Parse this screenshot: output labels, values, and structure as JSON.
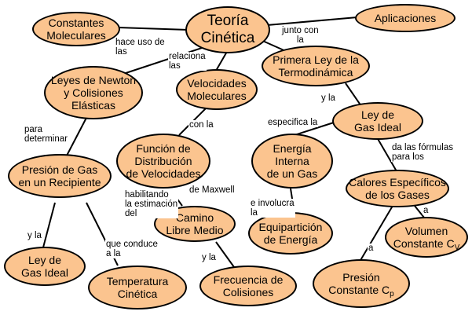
{
  "colors": {
    "node_fill": "#fbc48f",
    "stroke": "#000000",
    "background": "#ffffff"
  },
  "nodes": {
    "teoria": "Teoría\nCinética",
    "constantes": "Constantes\nMoleculares",
    "aplicaciones": "Aplicaciones",
    "leyes_newton": "Leyes de Newton\ny Colisiones\nElásticas",
    "velocidades": "Velocidades\nMoleculares",
    "primera_ley": "Primera Ley de la\nTermodinámica",
    "ley_gas_ideal_right": "Ley de\nGas Ideal",
    "funcion": "Función de\nDistribución\nde Velocidades",
    "energia": "Energía\nInterna\nde un Gas",
    "presion_gas": "Presión de Gas\nen un Recipiente",
    "calores": "Calores Específicos\nde los Gases",
    "camino": "Camino\nLibre Medio",
    "volumen": {
      "text": "Volumen\nConstante C",
      "sub": "V"
    },
    "equiparticion": "Equipartición\nde Energía",
    "ley_gas_ideal_left": "Ley de\nGas Ideal",
    "temperatura": "Temperatura\nCinética",
    "frecuencia": "Frecuencia de\nColisiones",
    "presion_cp": {
      "text": "Presión\nConstante C",
      "sub": "p"
    }
  },
  "links": {
    "hace_uso": "hace uso de\nlas",
    "relaciona": "relaciona\nlas",
    "junto_con": "junto con\nla",
    "y_la_1": "y la",
    "especifica": "especifica la",
    "con_la": "con la",
    "de_maxwell": "de Maxwell",
    "para_determinar": "para\ndeterminar",
    "da_formulas": "da las fórmulas\npara los",
    "habilitando": "habilitando\nla estimación\ndel",
    "e_involucra": "e involucra\nla",
    "a_1": "a",
    "y_la_2": "y la",
    "que_conduce": "que conduce\na la",
    "y_la_3": "y la",
    "a_2": "a"
  }
}
